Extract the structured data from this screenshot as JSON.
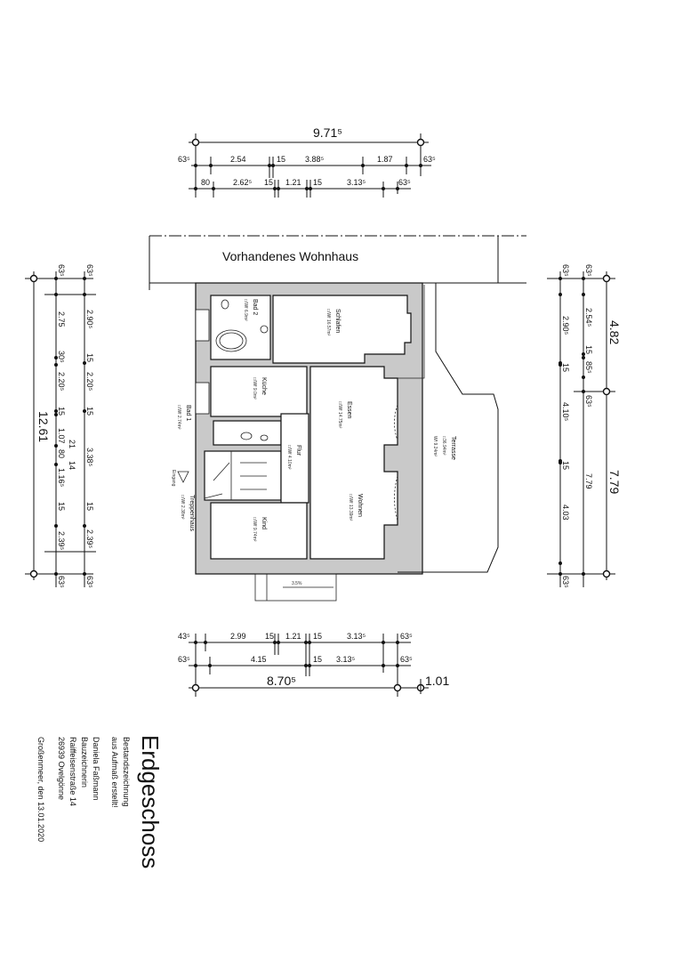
{
  "existing_house_label": "Vorhandenes Wohnhaus",
  "dimensions": {
    "top": {
      "total": "9.71⁵",
      "row1": [
        "63⁵",
        "2.54",
        "15",
        "3.88⁵",
        "1.87",
        "63⁵"
      ],
      "row2": [
        "80",
        "2.62⁵",
        "15",
        "1.21",
        "15",
        "3.13⁵",
        "63⁵"
      ]
    },
    "bottom": {
      "row1": [
        "43⁵",
        "2.99",
        "15",
        "1.21",
        "15",
        "3.13⁵",
        "63⁵"
      ],
      "row2": [
        "63⁵",
        "4.15",
        "15",
        "3.13⁵",
        "63⁵"
      ],
      "total": "8.70⁵",
      "extra": "1.01"
    },
    "left": {
      "total": "12.61",
      "inner": [
        "63⁵",
        "2.75",
        "30⁵",
        "2.20⁵",
        "15",
        "1.07",
        "80",
        "1.16⁵",
        "15",
        "2.39⁵",
        "63⁵"
      ],
      "outer": [
        "63⁵",
        "2.90⁵",
        "15",
        "2.20⁵",
        "15",
        "21",
        "14",
        "3.38⁵",
        "15",
        "2.39⁵",
        "63⁵"
      ]
    },
    "right": {
      "total_upper": "4.82",
      "total_lower": "7.79",
      "middle": [
        "63⁵",
        "2.54⁵",
        "15",
        "85⁵",
        "63⁵",
        "7.79"
      ],
      "inner": [
        "63⁵",
        "2.90⁵",
        "15",
        "4.10⁵",
        "15",
        "4.03",
        "63⁵"
      ]
    }
  },
  "rooms": [
    {
      "name": "Bad 2",
      "area": "□/Wf 6.9m²"
    },
    {
      "name": "Schlafen",
      "area": "□/Wf 16.57m²"
    },
    {
      "name": "Küche",
      "area": "□/Wf 9.0m²"
    },
    {
      "name": "Bad 1",
      "area": "□/Wf 2.74m²"
    },
    {
      "name": "Essen",
      "area": "□/Wf 14.75m²"
    },
    {
      "name": "Flur",
      "area": "□/Wf 4.10m²"
    },
    {
      "name": "Wohnen",
      "area": "□/Wf 13.39m²"
    },
    {
      "name": "Treppenhaus",
      "area": "□/Wf 2.38m²"
    },
    {
      "name": "Kind",
      "area": "□/Wf 9.74m²"
    },
    {
      "name": "Terrasse",
      "area": "□36.94m²",
      "area2": "Wf 9.24m²"
    }
  ],
  "entrance_label": "Eingang",
  "stair_label": "3.5%",
  "title_block": {
    "title": "Erdgeschoss",
    "lines": [
      "Bestandszeichnung",
      "aus Aufmaß erstellt!",
      "Daniela Faßmann",
      "Bauzeichnerin",
      "Raiffeisenstraße 14",
      "26939 Ovelgönne",
      "Großenmeer, den 13.01.2020"
    ]
  }
}
